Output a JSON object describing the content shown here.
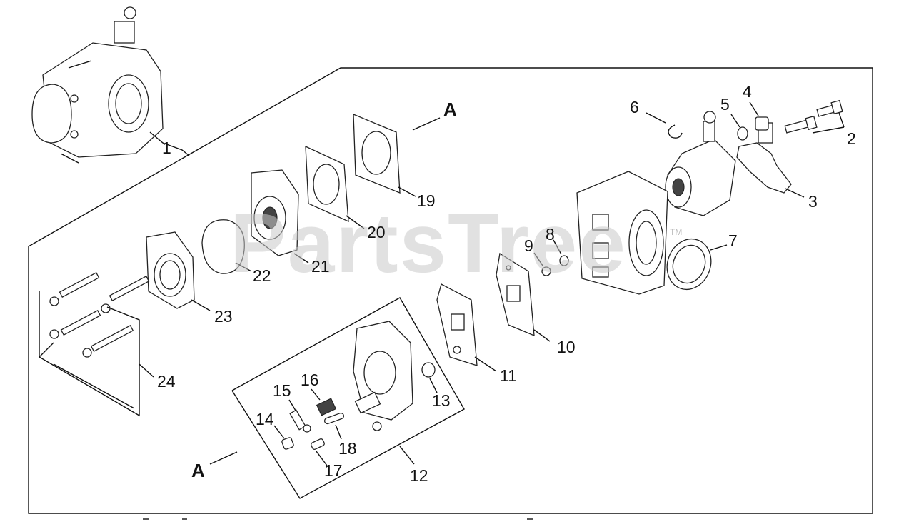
{
  "diagram": {
    "watermark": "PartsTree",
    "watermark_mark": "TM",
    "view_labels": [
      {
        "id": "a-top",
        "text": "A"
      },
      {
        "id": "a-bottom",
        "text": "A"
      }
    ],
    "callouts": [
      {
        "id": "1",
        "text": "1"
      },
      {
        "id": "2",
        "text": "2"
      },
      {
        "id": "3",
        "text": "3"
      },
      {
        "id": "4",
        "text": "4"
      },
      {
        "id": "5",
        "text": "5"
      },
      {
        "id": "6",
        "text": "6"
      },
      {
        "id": "7",
        "text": "7"
      },
      {
        "id": "8",
        "text": "8"
      },
      {
        "id": "9",
        "text": "9"
      },
      {
        "id": "10",
        "text": "10"
      },
      {
        "id": "11",
        "text": "11"
      },
      {
        "id": "12",
        "text": "12"
      },
      {
        "id": "13",
        "text": "13"
      },
      {
        "id": "14",
        "text": "14"
      },
      {
        "id": "15",
        "text": "15"
      },
      {
        "id": "16",
        "text": "16"
      },
      {
        "id": "17",
        "text": "17"
      },
      {
        "id": "18",
        "text": "18"
      },
      {
        "id": "19",
        "text": "19"
      },
      {
        "id": "20",
        "text": "20"
      },
      {
        "id": "21",
        "text": "21"
      },
      {
        "id": "22",
        "text": "22"
      },
      {
        "id": "23",
        "text": "23"
      },
      {
        "id": "24",
        "text": "24"
      }
    ]
  }
}
